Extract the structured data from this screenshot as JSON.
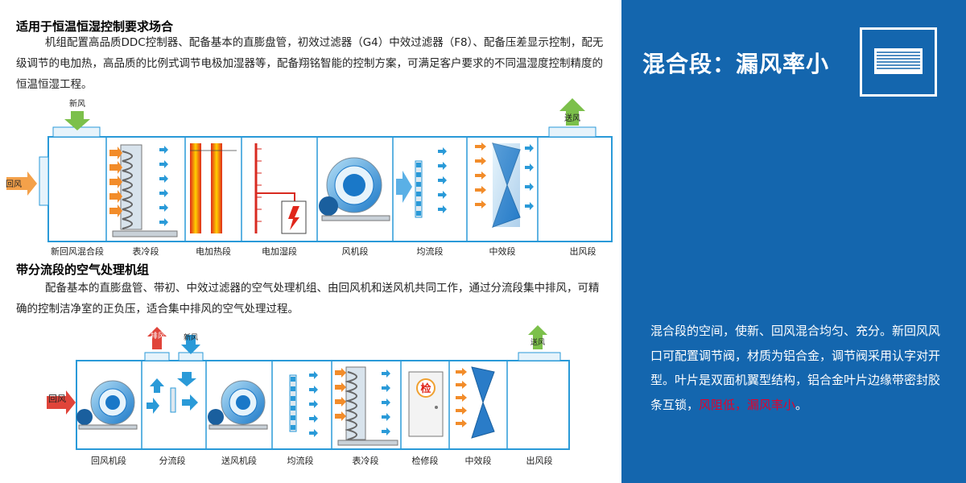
{
  "section1": {
    "title": "适用于恒温恒湿控制要求场合",
    "paragraph": "机组配置高品质DDC控制器、配备基本的直膨盘管，初效过滤器（G4）中效过滤器（F8）、配备压差显示控制，配无级调节的电加热，高品质的比例式调节电极加湿器等，配备翔铭智能的控制方案，可满足客户要求的不同温湿度控制精度的恒温恒湿工程。",
    "inlet_new_label": "新风",
    "inlet_return_label": "回风",
    "outlet_label": "送风",
    "segments": [
      "新回风混合段",
      "表冷段",
      "电加热段",
      "电加湿段",
      "风机段",
      "均流段",
      "中效段",
      "出风段"
    ]
  },
  "section2": {
    "title": "带分流段的空气处理机组",
    "paragraph": "配备基本的直膨盘管、带初、中效过滤器的空气处理机组、由回风机和送风机共同工作，通过分流段集中排风，可精确的控制洁净室的正负压，适合集中排风的空气处理过程。",
    "exhaust_label": "排风",
    "inlet_new_label": "新风",
    "inlet_return_label": "回风",
    "outlet_label": "送风",
    "inspection_mark": "检",
    "segments": [
      "回风机段",
      "分流段",
      "送风机段",
      "均流段",
      "表冷段",
      "检修段",
      "中效段",
      "出风段"
    ]
  },
  "panel": {
    "title": "混合段：漏风率小",
    "icon": "damper-icon",
    "desc_normal": "混合段的空间，使新、回风混合均匀、充分。新回风风口可配置调节阀，材质为铝合金，调节阀采用认字对开型。叶片是双面机翼型结构，铝合金叶片边缘带密封胶条互锁，",
    "desc_highlight": "风阻低，漏风率小",
    "desc_end": "。",
    "bg_color": "#1466ae",
    "highlight_color": "#e4002b"
  }
}
